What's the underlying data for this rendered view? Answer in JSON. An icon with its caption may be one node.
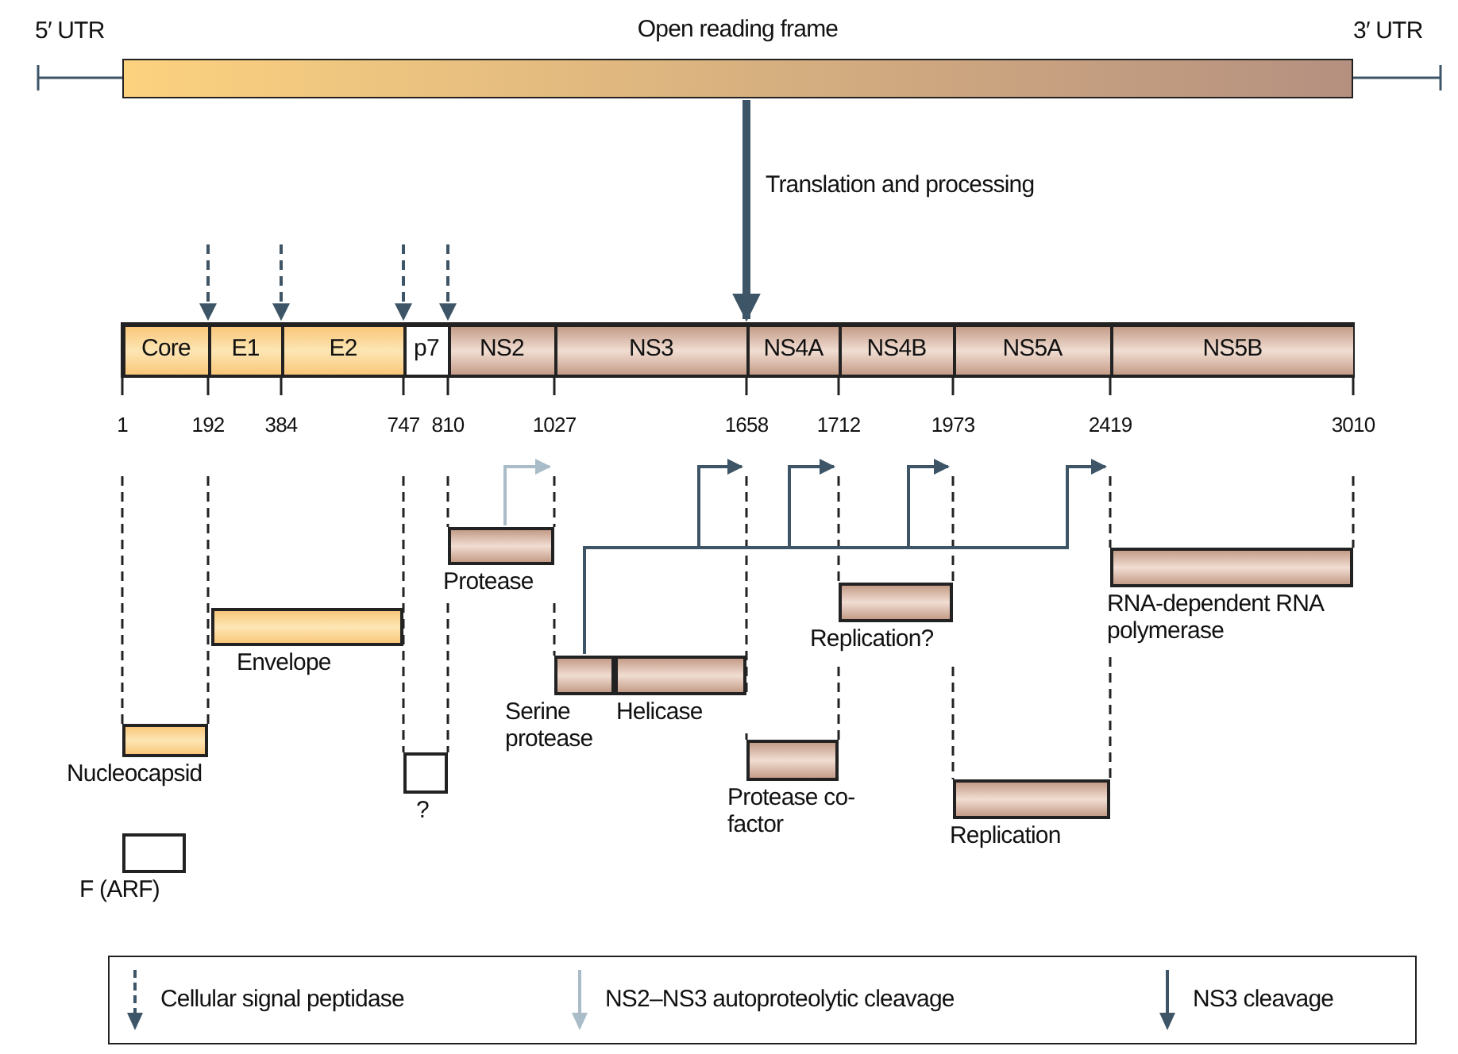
{
  "diagram": {
    "nodes": [
      {
        "text": [
          "Open reading frame"
        ]
      },
      {
        "text": [],
        "shape": "bar"
      },
      {
        "text": [
          "Core"
        ],
        "in": 1
      },
      {
        "text": [
          "E1"
        ],
        "in": 1
      },
      {
        "text": [
          "E2"
        ],
        "in": 1
      },
      {
        "text": [
          "p7"
        ],
        "in": 1
      },
      {
        "text": [
          "NS2"
        ],
        "in": 1
      },
      {
        "text": [
          "NS3"
        ],
        "in": 1
      },
      {
        "text": [
          "NS4A"
        ],
        "in": 1
      },
      {
        "text": [
          "NS4B"
        ],
        "in": 1
      },
      {
        "text": [
          "NS5A"
        ],
        "in": 1
      },
      {
        "text": [
          "NS5B"
        ],
        "in": 1
      },
      {
        "text": [
          "Protease"
        ]
      },
      {
        "text": [
          "RNA-dependent RNA polymerase"
        ]
      },
      {
        "text": [
          "Replication?"
        ]
      },
      {
        "text": [
          "Envelope"
        ]
      },
      {
        "text": [
          "Serine protease"
        ]
      },
      {
        "text": [
          "Helicase"
        ]
      },
      {
        "text": [
          "Nucleocapsid"
        ]
      },
      {
        "text": [
          "Protease co-factor"
        ]
      },
      {
        "text": [
          "?"
        ]
      },
      {
        "text": [
          "Replication"
        ]
      },
      {
        "text": [
          "F (ARF)"
        ]
      }
    ],
    "edges": [
      {
        "from": 0,
        "to": 1,
        "arrow": "to",
        "label": "Translation and processing",
        "style": "thick"
      },
      {
        "from": 12,
        "to": null,
        "arrow": "to",
        "color": "#a9bcc7"
      },
      {
        "from": 16,
        "to": null,
        "arrow": "to"
      },
      {
        "from": 16,
        "to": null,
        "arrow": "to"
      },
      {
        "from": 16,
        "to": null,
        "arrow": "to"
      },
      {
        "from": 16,
        "to": null,
        "arrow": "to"
      }
    ],
    "labels": [
      "5′ UTR",
      "3′ UTR",
      "1",
      "192",
      "384",
      "747",
      "810",
      "1027",
      "1658",
      "1712",
      "1973",
      "2419",
      "3010"
    ],
    "legend": [
      {
        "text": "Cellular signal peptidase"
      },
      {
        "text": "NS2–NS3 autoproteolytic cleavage"
      },
      {
        "text": "NS3 cleavage"
      }
    ]
  }
}
